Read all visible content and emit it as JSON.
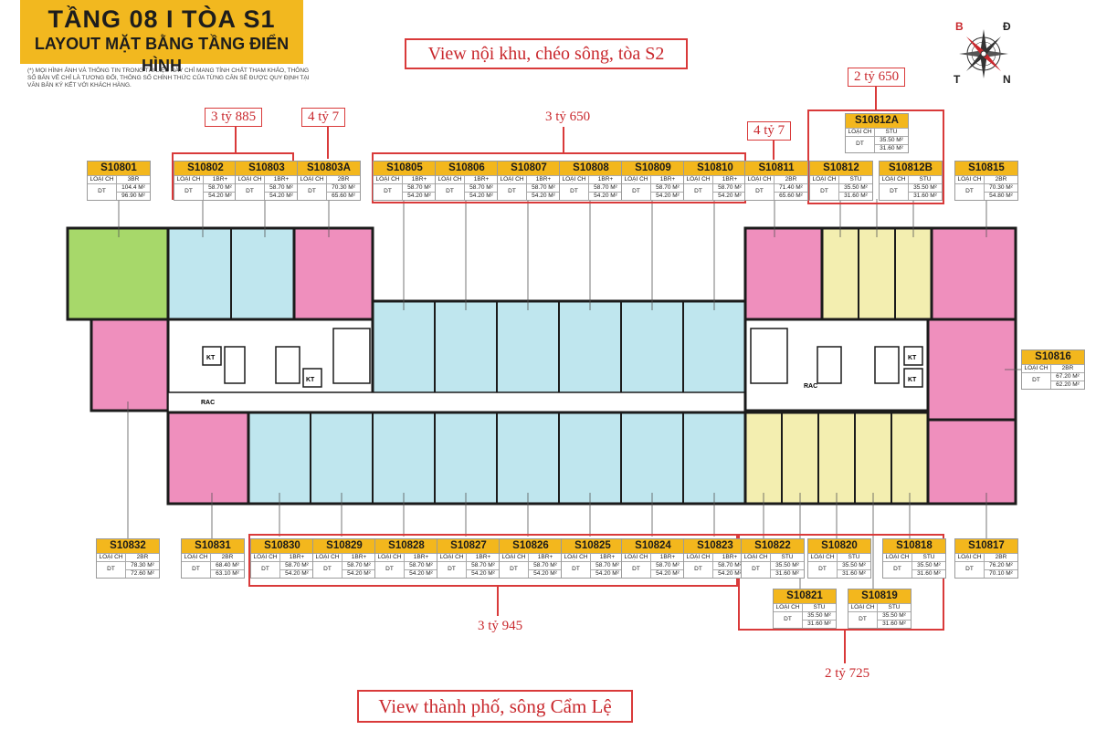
{
  "title": {
    "line1": "TẦNG  08  I  TÒA S1",
    "line2": "LAYOUT MẶT BẰNG TẦNG ĐIỂN HÌNH"
  },
  "disclaimer": "(*) Mọi hình ảnh và thông tin trong tài liệu này chỉ mang tính chất tham khảo, thông số bản vẽ chỉ là tương đối, thông số chính thức của từng căn sẽ được quy định tại văn bản ký kết với khách hàng.",
  "views": {
    "top": "View nội khu, chéo sông, tòa S2",
    "bottom": "View thành phố, sông Cẩm Lệ"
  },
  "compass": {
    "n": "B",
    "e": "Đ",
    "s": "N",
    "w": "T"
  },
  "colors": {
    "green": "#a7d86a",
    "pink": "#ef8fbd",
    "blue": "#bfe6ee",
    "yellow": "#f3eeb0",
    "accent_red": "#d93a3a",
    "label_yellow": "#f3b71d"
  },
  "prices": {
    "p_s10802_03": "3 tỷ 885",
    "p_s10803a": "4 tỷ 7",
    "p_s10805_10": "3 tỷ 650",
    "p_s10811": "4 tỷ 7",
    "p_s10812": "2 tỷ 650",
    "p_bottom_row": "3 tỷ 945",
    "p_studio_row": "2 tỷ 725"
  },
  "units": [
    {
      "code": "S10801",
      "type": "3BR",
      "a1": "104.4 M²",
      "a2": "96.90 M²"
    },
    {
      "code": "S10802",
      "type": "1BR+",
      "a1": "58.70 M²",
      "a2": "54.20 M²"
    },
    {
      "code": "S10803",
      "type": "1BR+",
      "a1": "58.70 M²",
      "a2": "54.20 M²"
    },
    {
      "code": "S10803A",
      "type": "2BR",
      "a1": "70.30 M²",
      "a2": "65.60 M²"
    },
    {
      "code": "S10805",
      "type": "1BR+",
      "a1": "58.70 M²",
      "a2": "54.20 M²"
    },
    {
      "code": "S10806",
      "type": "1BR+",
      "a1": "58.70 M²",
      "a2": "54.20 M²"
    },
    {
      "code": "S10807",
      "type": "1BR+",
      "a1": "58.70 M²",
      "a2": "54.20 M²"
    },
    {
      "code": "S10808",
      "type": "1BR+",
      "a1": "58.70 M²",
      "a2": "54.20 M²"
    },
    {
      "code": "S10809",
      "type": "1BR+",
      "a1": "58.70 M²",
      "a2": "54.20 M²"
    },
    {
      "code": "S10810",
      "type": "1BR+",
      "a1": "58.70 M²",
      "a2": "54.20 M²"
    },
    {
      "code": "S10811",
      "type": "2BR",
      "a1": "71.40 M²",
      "a2": "65.60 M²"
    },
    {
      "code": "S10812A",
      "type": "STU",
      "a1": "35.50 M²",
      "a2": "31.60 M²"
    },
    {
      "code": "S10812",
      "type": "STU",
      "a1": "35.50 M²",
      "a2": "31.60 M²"
    },
    {
      "code": "S10812B",
      "type": "STU",
      "a1": "35.50 M²",
      "a2": "31.60 M²"
    },
    {
      "code": "S10815",
      "type": "2BR",
      "a1": "70.30 M²",
      "a2": "54.80 M²"
    },
    {
      "code": "S10816",
      "type": "2BR",
      "a1": "67.20 M²",
      "a2": "62.20 M²"
    },
    {
      "code": "S10832",
      "type": "2BR",
      "a1": "78.30 M²",
      "a2": "72.60 M²"
    },
    {
      "code": "S10831",
      "type": "2BR",
      "a1": "68.40 M²",
      "a2": "63.10 M²"
    },
    {
      "code": "S10830",
      "type": "1BR+",
      "a1": "58.70 M²",
      "a2": "54.20 M²"
    },
    {
      "code": "S10829",
      "type": "1BR+",
      "a1": "58.70 M²",
      "a2": "54.20 M²"
    },
    {
      "code": "S10828",
      "type": "1BR+",
      "a1": "58.70 M²",
      "a2": "54.20 M²"
    },
    {
      "code": "S10827",
      "type": "1BR+",
      "a1": "58.70 M²",
      "a2": "54.20 M²"
    },
    {
      "code": "S10826",
      "type": "1BR+",
      "a1": "58.70 M²",
      "a2": "54.20 M²"
    },
    {
      "code": "S10825",
      "type": "1BR+",
      "a1": "58.70 M²",
      "a2": "54.20 M²"
    },
    {
      "code": "S10824",
      "type": "1BR+",
      "a1": "58.70 M²",
      "a2": "54.20 M²"
    },
    {
      "code": "S10823",
      "type": "1BR+",
      "a1": "58.70 M²",
      "a2": "54.20 M²"
    },
    {
      "code": "S10822",
      "type": "STU",
      "a1": "35.50 M²",
      "a2": "31.60 M²"
    },
    {
      "code": "S10820",
      "type": "STU",
      "a1": "35.50 M²",
      "a2": "31.60 M²"
    },
    {
      "code": "S10818",
      "type": "STU",
      "a1": "35.50 M²",
      "a2": "31.60 M²"
    },
    {
      "code": "S10817",
      "type": "2BR",
      "a1": "76.20 M²",
      "a2": "70.10 M²"
    },
    {
      "code": "S10821",
      "type": "STU",
      "a1": "35.50 M²",
      "a2": "31.60 M²"
    },
    {
      "code": "S10819",
      "type": "STU",
      "a1": "35.50 M²",
      "a2": "31.60 M²"
    }
  ],
  "labels": {
    "col_type": "LOẠI CH",
    "col_area": "DT",
    "kt": "KT",
    "rac": "RAC"
  }
}
